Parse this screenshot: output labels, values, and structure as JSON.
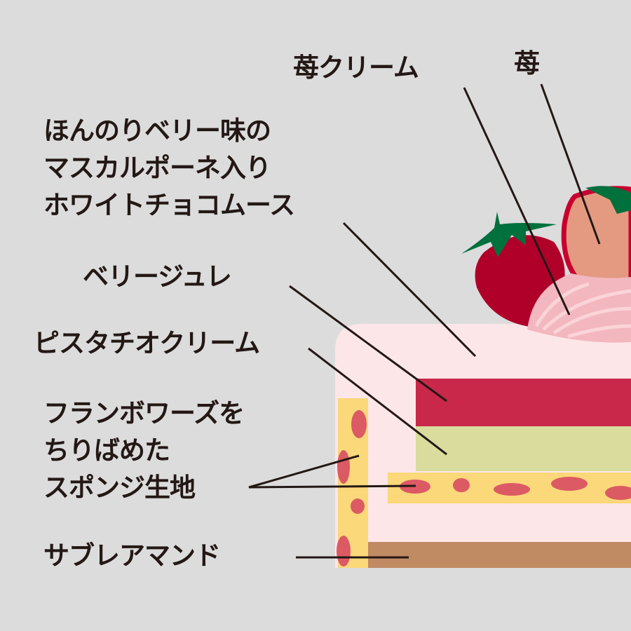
{
  "labels": {
    "strawberry_cream": "苺クリーム",
    "strawberry": "苺",
    "mousse": [
      "ほんのりベリー味の",
      "マスカルポーネ入り",
      "ホワイトチョコムース"
    ],
    "berry_jelly": "ベリージュレ",
    "pistachio_cream": "ピスタチオクリーム",
    "sponge": [
      "フランボワーズを",
      "ちりばめた",
      "スポンジ生地"
    ],
    "sable": "サブレアマンド"
  },
  "colors": {
    "background": "#dcdcdc",
    "mousse": "#fde6e8",
    "jelly": "#c9284a",
    "pistachio": "#d9dc9c",
    "sponge": "#fbd87a",
    "raspberry": "#dc5a64",
    "sable": "#c08a63",
    "strawberry": "#b0002a",
    "leaf": "#00703c",
    "text": "#231815"
  }
}
